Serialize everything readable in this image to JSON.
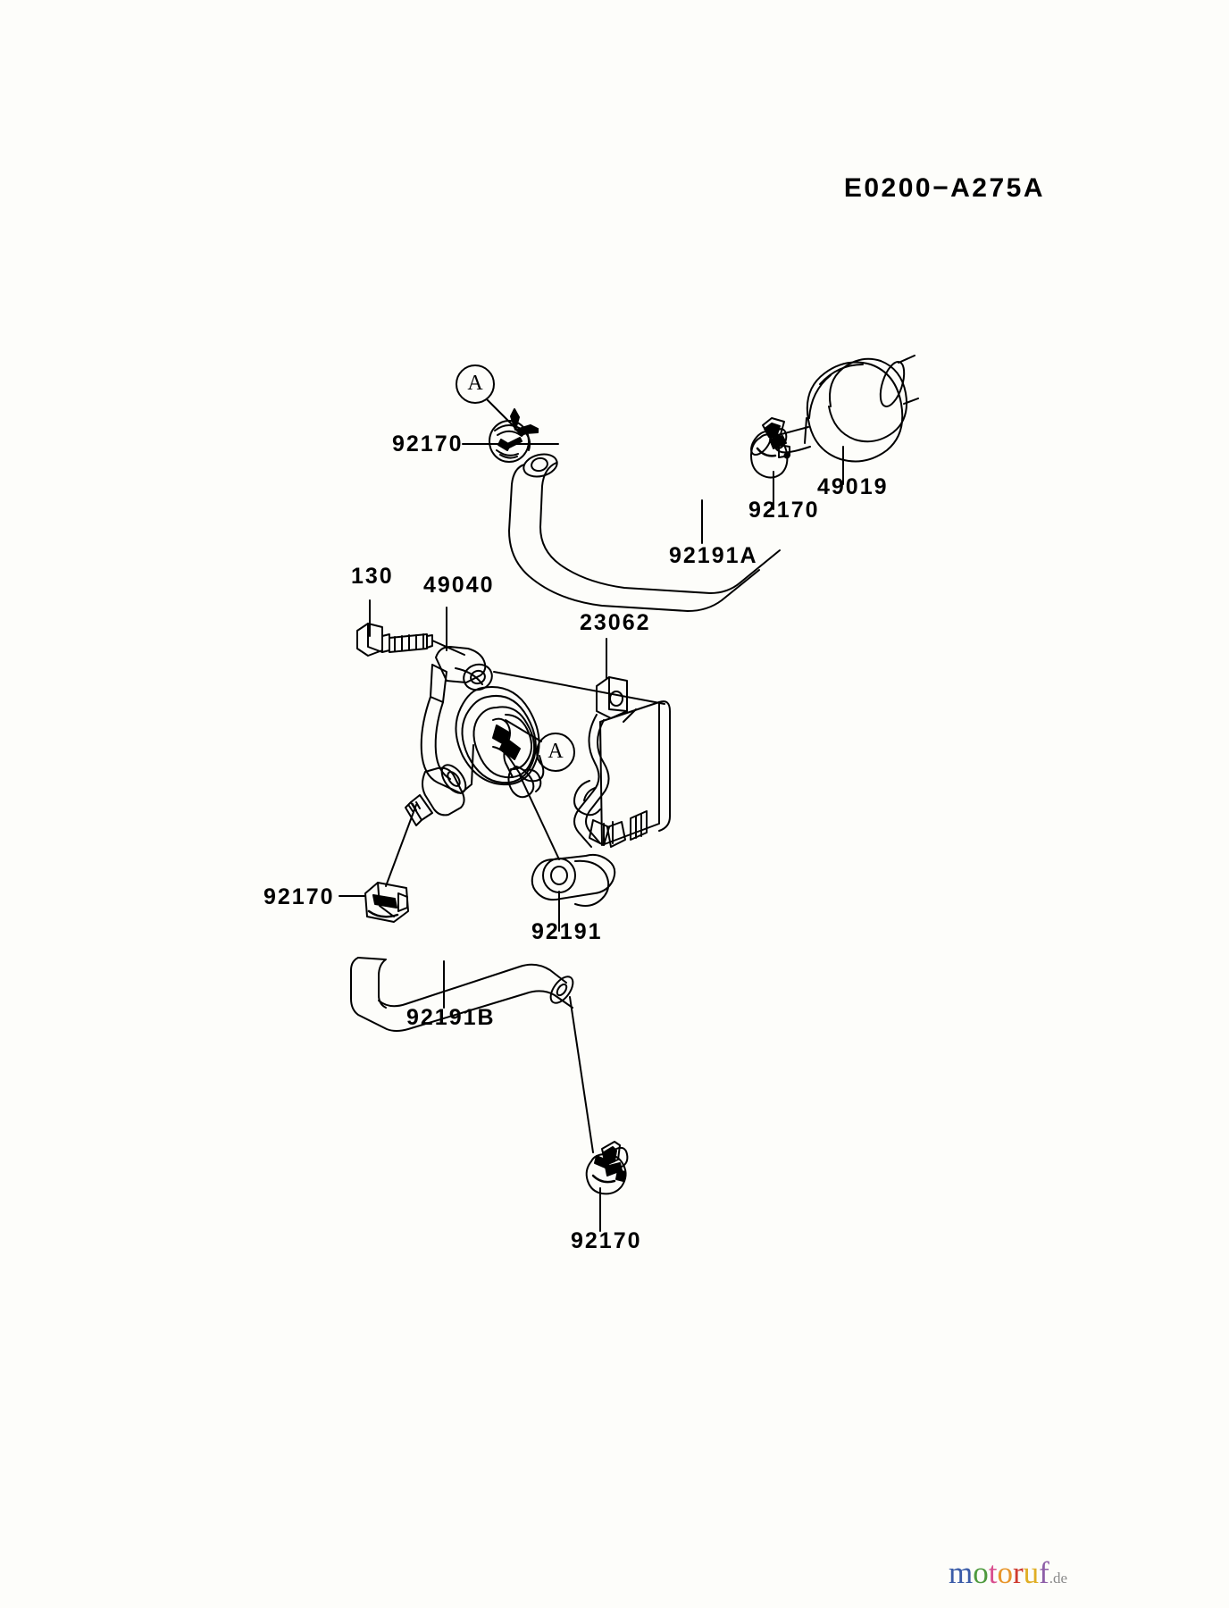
{
  "diagram": {
    "title": "E0200−A275A",
    "sheet_background": "#ffffff",
    "line_color": "#000000"
  },
  "callouts": [
    {
      "id": "callout-a-top",
      "letter": "A"
    },
    {
      "id": "callout-a-middle",
      "letter": "A"
    }
  ],
  "labels": {
    "clamp_top": "92170",
    "hose_top": "92191A",
    "clamp_filter": "92170",
    "fuel_filter": "49019",
    "bolt": "130",
    "fuel_pump": "49040",
    "bracket": "23062",
    "clamp_pump_outlet": "92170",
    "hose_short": "92191",
    "hose_bottom": "92191B",
    "clamp_bottom": "92170"
  },
  "parts": [
    {
      "number": "92170",
      "name": "clamp",
      "instances": 4
    },
    {
      "number": "92191A",
      "name": "fuel-hose-a",
      "instances": 1
    },
    {
      "number": "49019",
      "name": "fuel-filter",
      "instances": 1
    },
    {
      "number": "130",
      "name": "flange-bolt",
      "instances": 1
    },
    {
      "number": "49040",
      "name": "fuel-pump",
      "instances": 1
    },
    {
      "number": "23062",
      "name": "bracket",
      "instances": 1
    },
    {
      "number": "92191",
      "name": "fuel-hose",
      "instances": 1
    },
    {
      "number": "92191B",
      "name": "fuel-hose-b",
      "instances": 1
    }
  ],
  "watermark": {
    "letters": [
      {
        "char": "m",
        "color": "#3b5ca8"
      },
      {
        "char": "o",
        "color": "#4e9a3e"
      },
      {
        "char": "t",
        "color": "#d94f8f"
      },
      {
        "char": "o",
        "color": "#e8952a"
      },
      {
        "char": "r",
        "color": "#cf3a2e"
      },
      {
        "char": "u",
        "color": "#e0ae25"
      },
      {
        "char": "f",
        "color": "#8e5fa8"
      }
    ],
    "suffix": ".de",
    "suffix_color": "#8a8a8a"
  }
}
